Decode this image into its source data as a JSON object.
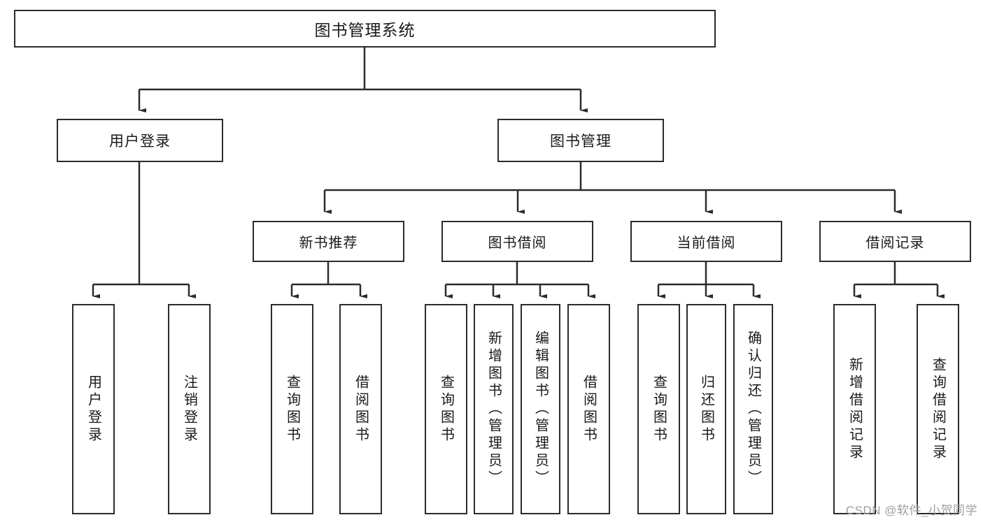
{
  "diagram": {
    "title": "图书管理系统",
    "type": "tree-hierarchy-chart",
    "watermark": "CSDN @软件_小贺同学",
    "colors": {
      "stroke": "#2b2b2b",
      "fill": "#ffffff",
      "text": "#1a1a1a",
      "watermark": "#9e9e9e"
    },
    "nodes": {
      "root": {
        "label": "图书管理系统"
      },
      "level2": [
        {
          "id": "user-login",
          "label": "用户登录"
        },
        {
          "id": "book-management",
          "label": "图书管理"
        }
      ],
      "level3": [
        {
          "id": "new-book-recommend",
          "label": "新书推荐"
        },
        {
          "id": "book-borrow",
          "label": "图书借阅"
        },
        {
          "id": "current-borrow",
          "label": "当前借阅"
        },
        {
          "id": "borrow-record",
          "label": "借阅记录"
        }
      ],
      "leaves": {
        "user-login": [
          {
            "id": "leaf-user-login",
            "label": "用户登录"
          },
          {
            "id": "leaf-logout-login",
            "label": "注销登录"
          }
        ],
        "new-book-recommend": [
          {
            "id": "leaf-query-book-1",
            "label": "查询图书"
          },
          {
            "id": "leaf-borrow-book-1",
            "label": "借阅图书"
          }
        ],
        "book-borrow": [
          {
            "id": "leaf-query-book-2",
            "label": "查询图书"
          },
          {
            "id": "leaf-add-book-admin",
            "label": "新增图书（管理员）"
          },
          {
            "id": "leaf-edit-book-admin",
            "label": "编辑图书（管理员）"
          },
          {
            "id": "leaf-borrow-book-2",
            "label": "借阅图书"
          }
        ],
        "current-borrow": [
          {
            "id": "leaf-query-book-3",
            "label": "查询图书"
          },
          {
            "id": "leaf-return-book",
            "label": "归还图书"
          },
          {
            "id": "leaf-confirm-return-admin",
            "label": "确认归还（管理员）"
          }
        ],
        "borrow-record": [
          {
            "id": "leaf-add-borrow-record",
            "label": "新增借阅记录"
          },
          {
            "id": "leaf-query-borrow-record",
            "label": "查询借阅记录"
          }
        ]
      }
    }
  }
}
